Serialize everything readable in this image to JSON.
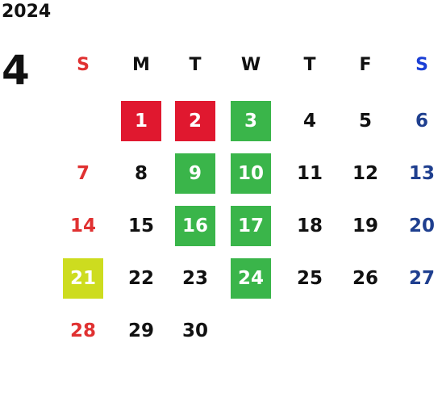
{
  "calendar": {
    "year": "2024",
    "month": "4",
    "weekdays": [
      "S",
      "M",
      "T",
      "W",
      "T",
      "F",
      "S"
    ],
    "first_weekday_index": 1,
    "days": [
      {
        "day": "1",
        "status": "holiday"
      },
      {
        "day": "2",
        "status": "holiday"
      },
      {
        "day": "3",
        "status": "event"
      },
      {
        "day": "4",
        "status": "none"
      },
      {
        "day": "5",
        "status": "none"
      },
      {
        "day": "6",
        "status": "none"
      },
      {
        "day": "7",
        "status": "none"
      },
      {
        "day": "8",
        "status": "none"
      },
      {
        "day": "9",
        "status": "event"
      },
      {
        "day": "10",
        "status": "event"
      },
      {
        "day": "11",
        "status": "none"
      },
      {
        "day": "12",
        "status": "none"
      },
      {
        "day": "13",
        "status": "none"
      },
      {
        "day": "14",
        "status": "none"
      },
      {
        "day": "15",
        "status": "none"
      },
      {
        "day": "16",
        "status": "event"
      },
      {
        "day": "17",
        "status": "event"
      },
      {
        "day": "18",
        "status": "none"
      },
      {
        "day": "19",
        "status": "none"
      },
      {
        "day": "20",
        "status": "none"
      },
      {
        "day": "21",
        "status": "special"
      },
      {
        "day": "22",
        "status": "none"
      },
      {
        "day": "23",
        "status": "none"
      },
      {
        "day": "24",
        "status": "event"
      },
      {
        "day": "25",
        "status": "none"
      },
      {
        "day": "26",
        "status": "none"
      },
      {
        "day": "27",
        "status": "none"
      },
      {
        "day": "28",
        "status": "none"
      },
      {
        "day": "29",
        "status": "none"
      },
      {
        "day": "30",
        "status": "none"
      }
    ]
  },
  "colors": {
    "text": "#111111",
    "sunday": "#e03131",
    "saturday_header": "#1a3fd6",
    "saturday": "#1f3f8f",
    "holiday_bg": "#e0182f",
    "event_bg": "#3ab54a",
    "special_bg": "#cddc1f",
    "highlight_text": "#ffffff"
  }
}
